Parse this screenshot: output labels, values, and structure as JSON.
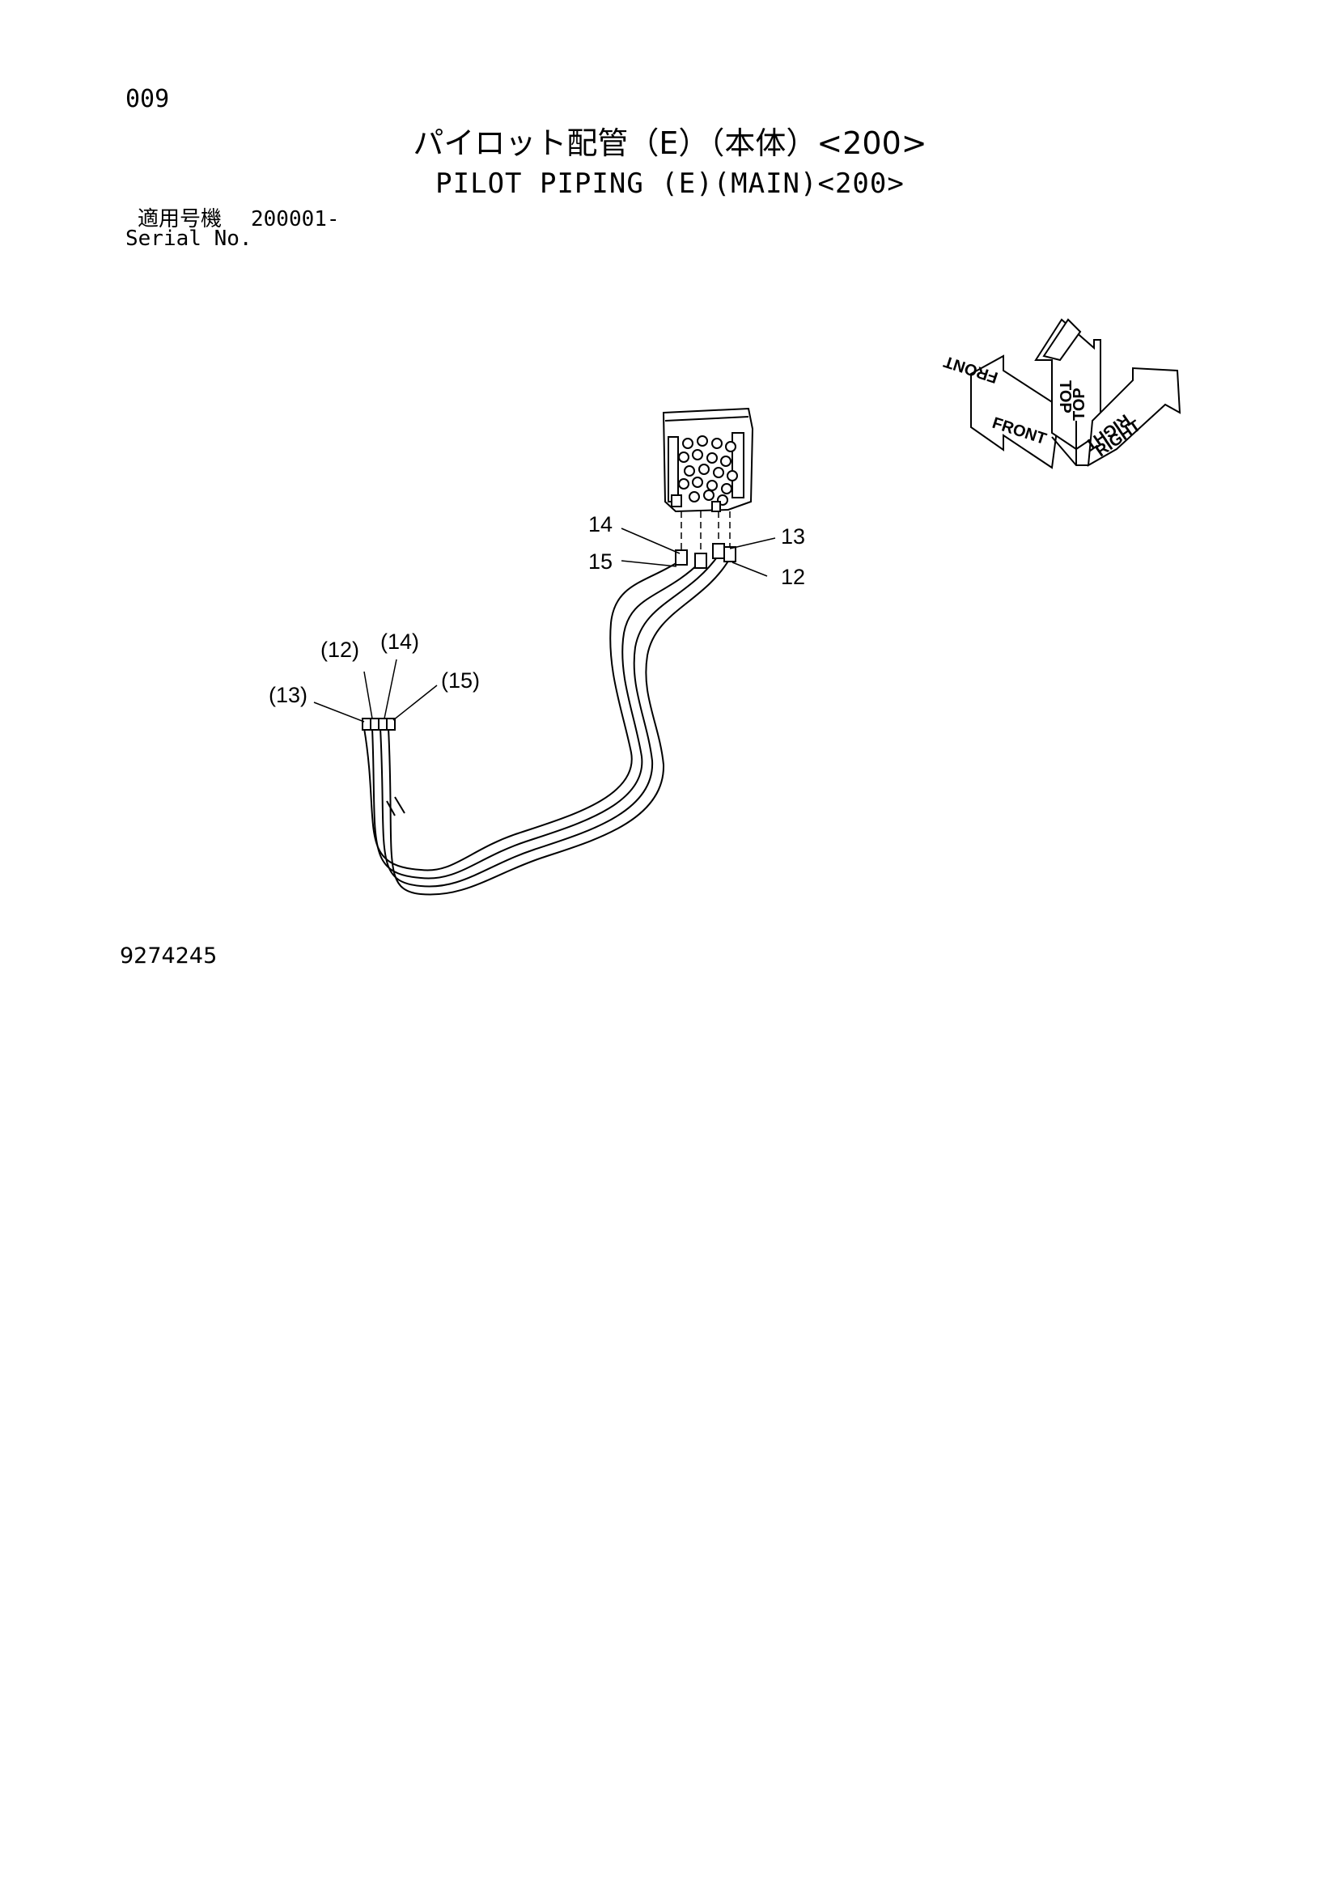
{
  "header": {
    "page_number": "009",
    "title_jp": "パイロット配管（E）（本体）<200>",
    "title_en": "PILOT PIPING (E)(MAIN)<200>"
  },
  "serial": {
    "label_jp": "適用号機",
    "value": "200001-",
    "label_en": "Serial No."
  },
  "orientation_arrows": {
    "front": "FRONT",
    "top": "TOP",
    "right": "RIGHT"
  },
  "callouts": {
    "c14": "14",
    "c15": "15",
    "c13": "13",
    "c12": "12",
    "p12": "(12)",
    "p14": "(14)",
    "p13": "(13)",
    "p15": "(15)"
  },
  "footer": {
    "drawing_number": "9274245"
  }
}
